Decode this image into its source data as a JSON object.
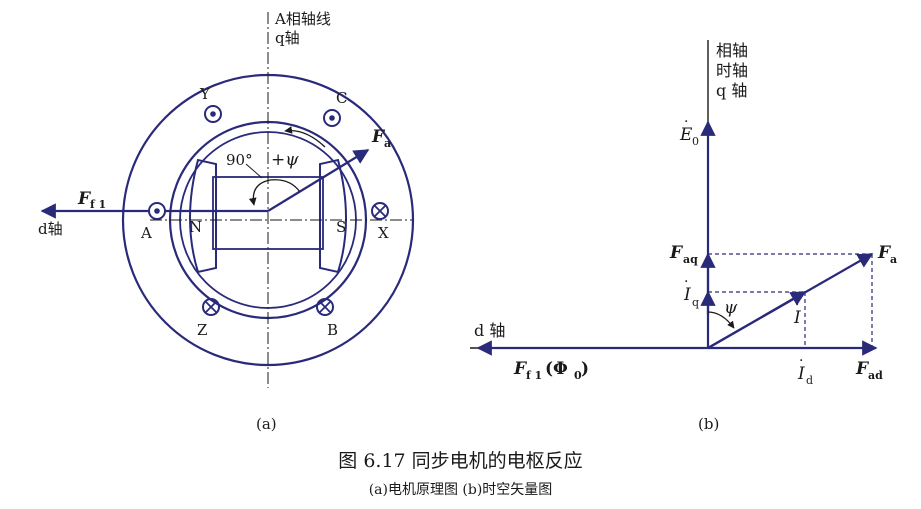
{
  "figure_a": {
    "a_axis_line1": "A相轴线",
    "a_axis_line2": "q轴",
    "d_axis": "d轴",
    "ff1": "F",
    "ff1_sub": "f 1",
    "fa": "F",
    "fa_sub": "a",
    "angle": "90°",
    "psi": "+ψ",
    "north": "N",
    "south": "S",
    "coil_y": "Y",
    "coil_c": "C",
    "coil_a": "A",
    "coil_x": "X",
    "coil_z": "Z",
    "coil_b": "B",
    "sub_label": "(a)"
  },
  "figure_b": {
    "q_axis_line1": "相轴",
    "q_axis_line2": "时轴",
    "q_axis_line3": "q  轴",
    "e0": "E",
    "e0_sub": "0",
    "faq": "F",
    "faq_sub": "aq",
    "fa": "F",
    "fa_sub": "a",
    "iq": "I",
    "iq_sub": "q",
    "psi": "ψ",
    "i": "I",
    "d_axis": "d  轴",
    "ff1": "F",
    "ff1_sub": "f 1",
    "phi0": "(Φ",
    "phi0_sub": "0",
    "phi0_close": ")",
    "id": "I",
    "id_sub": "d",
    "fad": "F",
    "fad_sub": "ad",
    "sub_label": "(b)"
  },
  "caption": {
    "title": "图 6.17  同步电机的电枢反应",
    "subtitle": "(a)电机原理图  (b)时空矢量图"
  },
  "colors": {
    "line": "#2a2a7a",
    "axis": "#1a1a1a"
  }
}
